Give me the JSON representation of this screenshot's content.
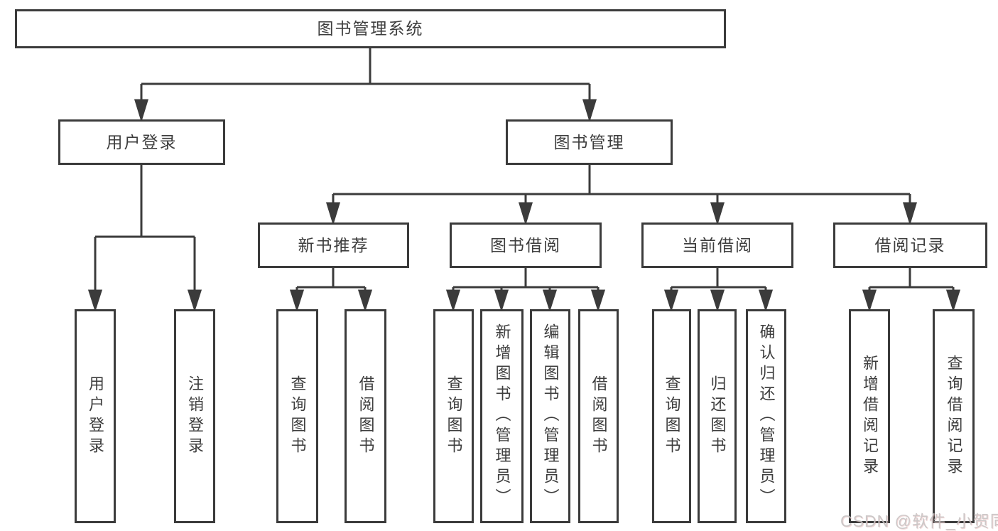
{
  "diagram_type": "tree",
  "tree": {
    "label": "图书管理系统",
    "children": [
      {
        "label": "用户登录",
        "children": [
          {
            "label": "用户登录"
          },
          {
            "label": "注销登录"
          }
        ]
      },
      {
        "label": "图书管理",
        "children": [
          {
            "label": "新书推荐",
            "children": [
              {
                "label": "查询图书"
              },
              {
                "label": "借阅图书"
              }
            ]
          },
          {
            "label": "图书借阅",
            "children": [
              {
                "label": "查询图书"
              },
              {
                "label": "新增图书（管理员）"
              },
              {
                "label": "编辑图书（管理员）"
              },
              {
                "label": "借阅图书"
              }
            ]
          },
          {
            "label": "当前借阅",
            "children": [
              {
                "label": "查询图书"
              },
              {
                "label": "归还图书"
              },
              {
                "label": "确认归还（管理员）"
              }
            ]
          },
          {
            "label": "借阅记录",
            "children": [
              {
                "label": "新增借阅记录"
              },
              {
                "label": "查询借阅记录"
              }
            ]
          }
        ]
      }
    ]
  },
  "watermark": "CSDN @软件_小贺同学",
  "colors": {
    "line": "#3b3b3b",
    "text": "#3d3d3d",
    "background": "#ffffff",
    "watermark": "#c7c3c3"
  }
}
